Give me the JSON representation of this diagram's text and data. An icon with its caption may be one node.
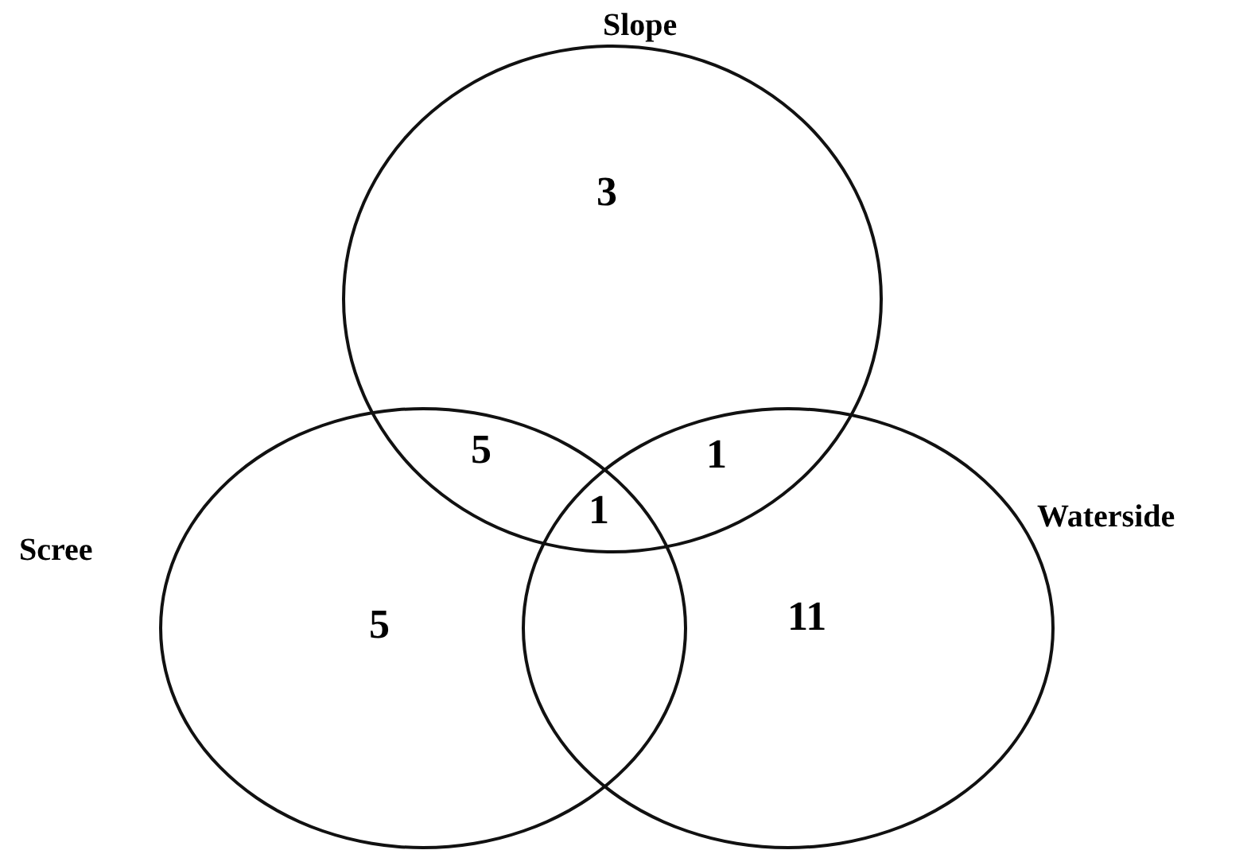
{
  "diagram": {
    "nodes": [
      {
        "text": [
          "Slope",
          "3"
        ]
      },
      {
        "text": [
          "Scree",
          "5"
        ]
      },
      {
        "text": [
          "Waterside",
          "11"
        ]
      }
    ],
    "labels": [
      "5",
      "1",
      "1"
    ]
  }
}
